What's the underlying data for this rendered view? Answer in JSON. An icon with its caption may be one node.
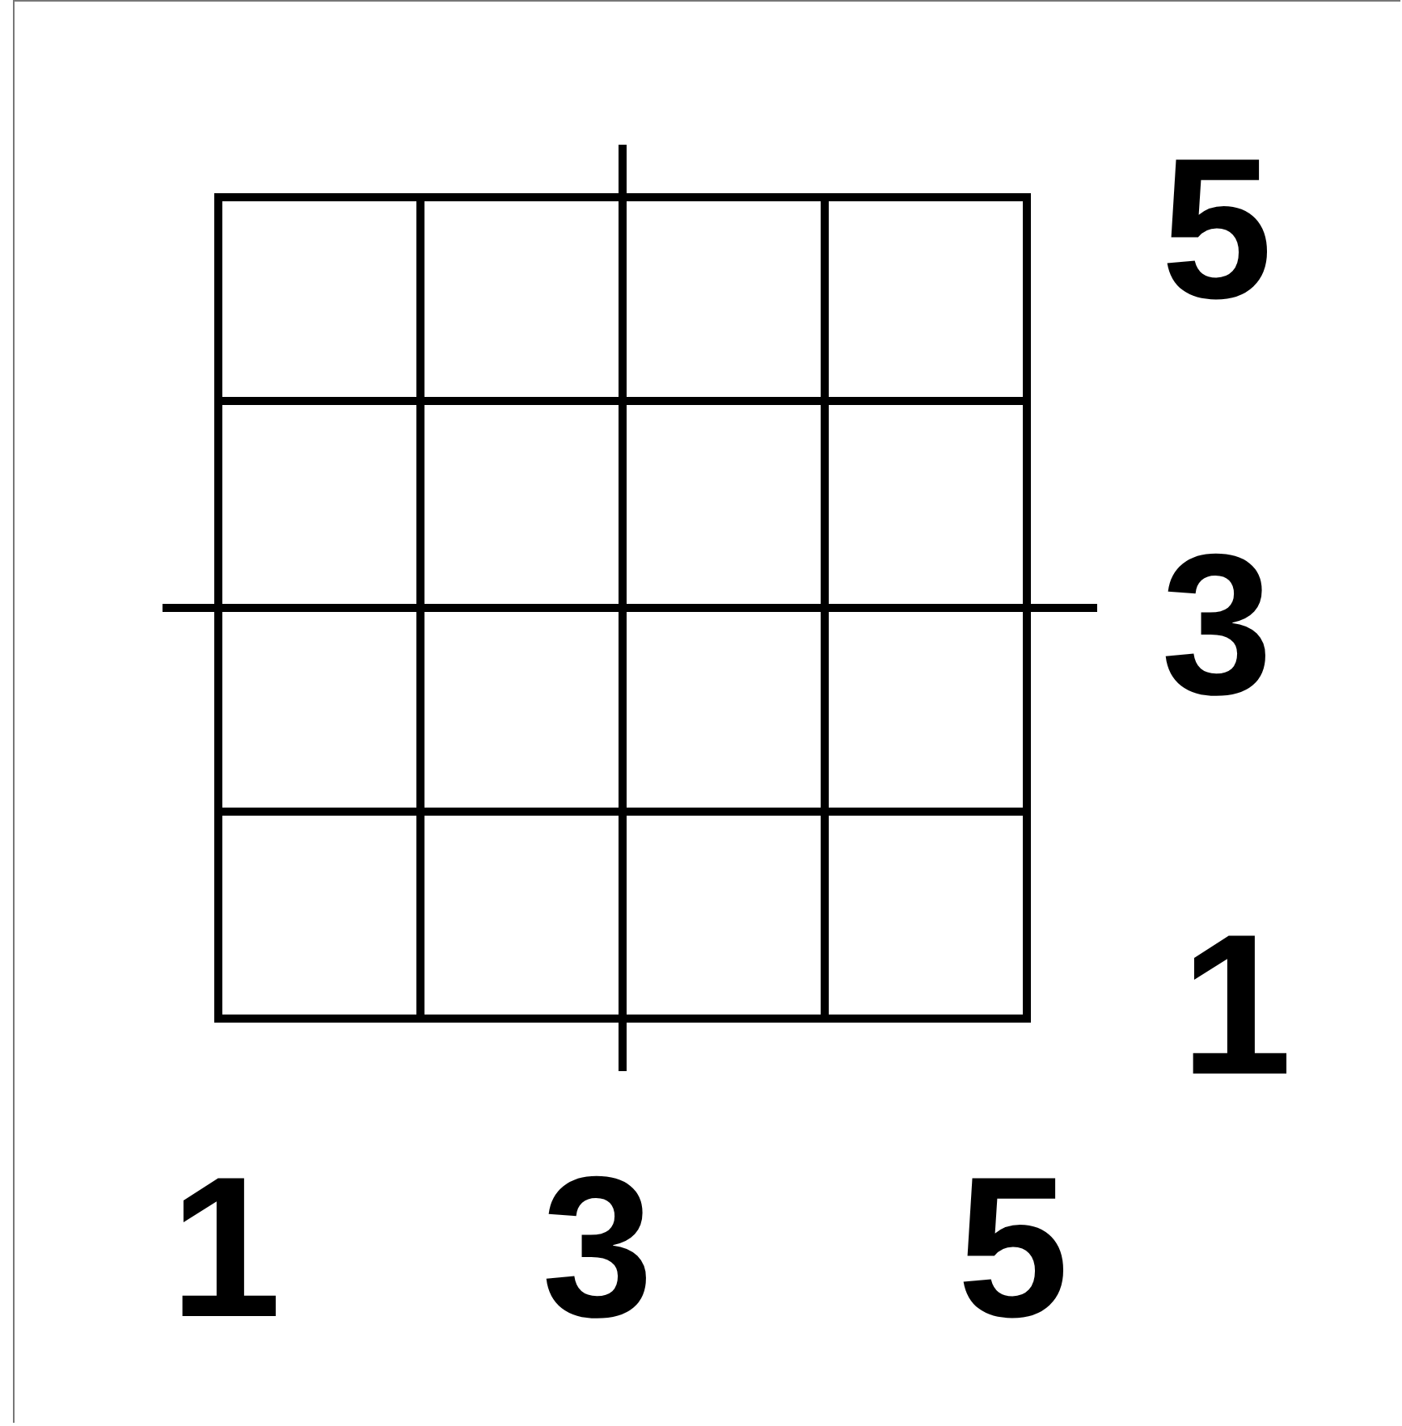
{
  "diagram": {
    "labels": [
      "5",
      "3",
      "1",
      "1",
      "3",
      "5"
    ]
  }
}
